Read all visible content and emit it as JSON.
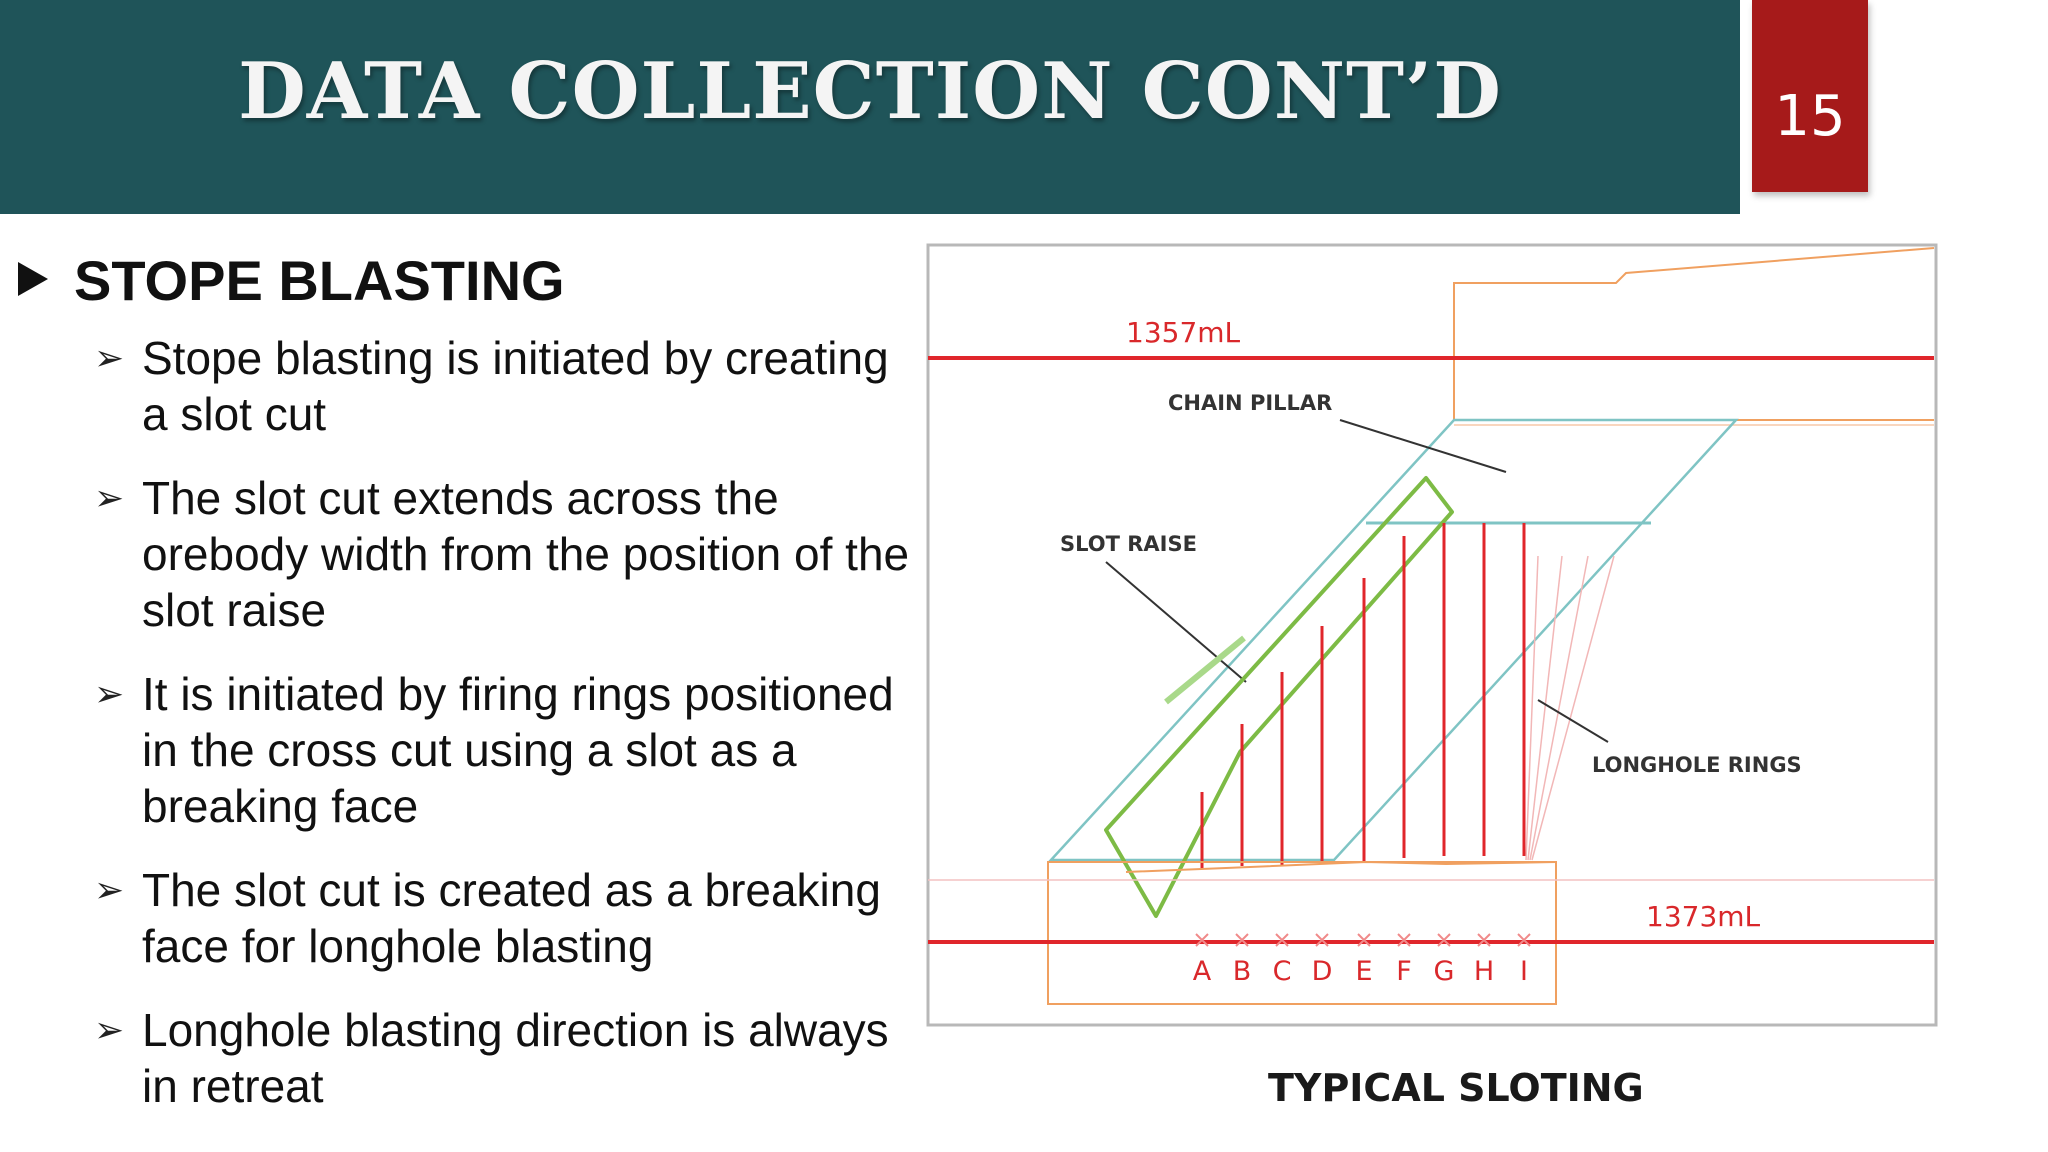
{
  "slide": {
    "title": "DATA COLLECTION CONT’D",
    "page_number": "15"
  },
  "content": {
    "heading": "STOPE BLASTING",
    "bullets": [
      "Stope blasting is initiated by creating a slot cut",
      "The slot cut extends across the orebody width from the position of the slot raise",
      "It is initiated by firing rings positioned in the cross cut using a slot as a breaking face",
      "The slot cut is created as a breaking face for longhole blasting",
      "Longhole blasting direction is always in retreat"
    ]
  },
  "diagram": {
    "caption": "TYPICAL SLOTING",
    "labels": {
      "upper_level": "1357mL",
      "lower_level": "1373mL",
      "chain_pillar": "CHAIN PILLAR",
      "slot_raise": "SLOT RAISE",
      "longhole_rings": "LONGHOLE RINGS"
    },
    "ring_letters": [
      "A",
      "B",
      "C",
      "D",
      "E",
      "F",
      "G",
      "H",
      "I"
    ]
  },
  "colors": {
    "title_bar": "#1f5459",
    "page_box": "#a61a1a",
    "level_line": "#e0262b",
    "orebody": "#7fc4c4",
    "slot_raise": "#7dbb45",
    "drive": "#f0a060"
  }
}
